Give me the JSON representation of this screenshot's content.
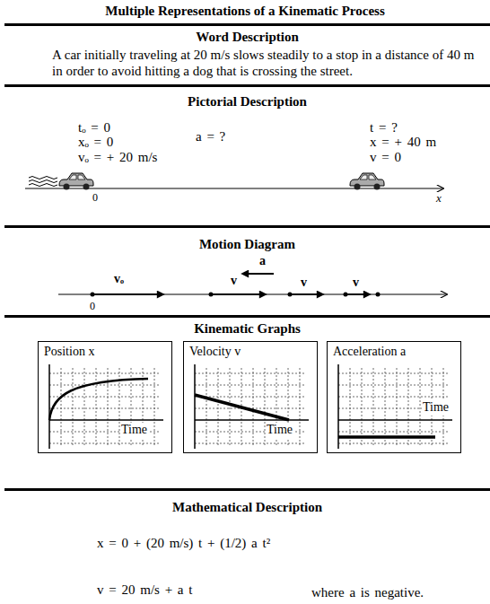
{
  "diagram": {
    "title": "Multiple Representations of a Kinematic Process",
    "nodes": [
      {
        "text": [
          "Word Description",
          "A car initially traveling at 20 m/s slows steadily to a stop in a distance of 40 m in order to avoid hitting a dog that is crossing the street."
        ]
      },
      {
        "text": [
          "Pictorial Description"
        ]
      },
      {
        "text": [
          "Motion Diagram"
        ]
      },
      {
        "text": [
          "Kinematic Graphs"
        ]
      },
      {
        "text": [
          "Position x",
          "Time"
        ],
        "in": 3
      },
      {
        "text": [
          "Velocity v",
          "Time"
        ],
        "in": 3
      },
      {
        "text": [
          "Acceleration a",
          "Time"
        ],
        "in": 3
      },
      {
        "text": [
          "Mathematical Description"
        ]
      }
    ],
    "labels": [
      "tₒ = 0",
      "xₒ = 0",
      "vₒ = + 20 m/s",
      "a = ?",
      "t = ?",
      "x = + 40 m",
      "v = 0",
      "0",
      "x",
      "vₒ",
      "a",
      "v",
      "v",
      "v",
      "0",
      "x = 0 + (20 m/s) t + (1/2) a t²",
      "v = 20 m/s + a t",
      "where a is negative."
    ]
  }
}
